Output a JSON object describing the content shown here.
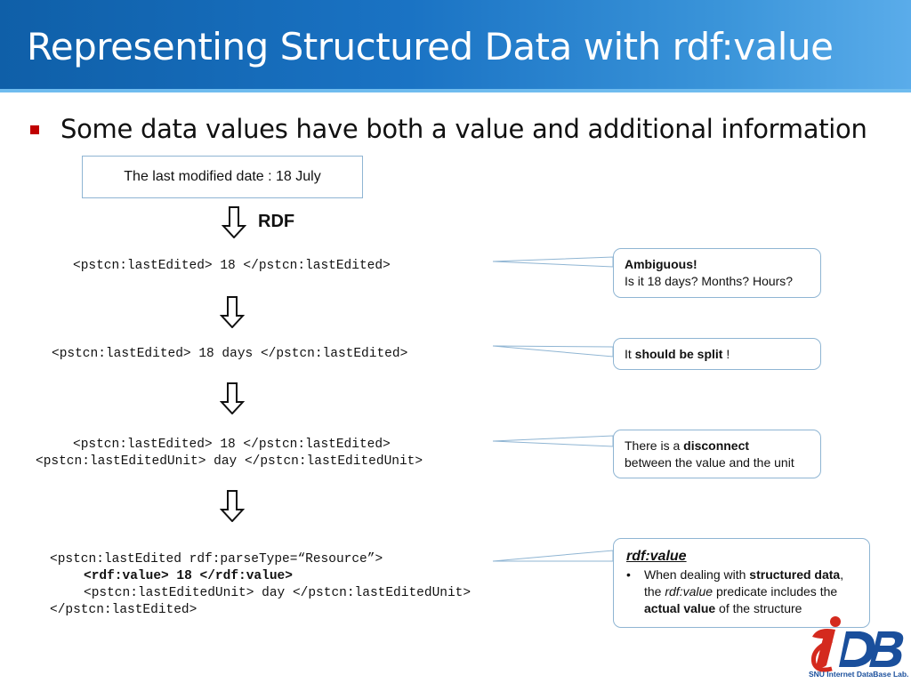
{
  "slide": {
    "title": "Representing Structured Data with rdf:value",
    "bullet": "Some data values have both a value and additional information"
  },
  "date_box": {
    "text": "The last modified date : 18 July"
  },
  "rdf_label": "RDF",
  "code": {
    "step1": "<pstcn:lastEdited> 18 </pstcn:lastEdited>",
    "step2": "<pstcn:lastEdited> 18 days </pstcn:lastEdited>",
    "step3_line1": "<pstcn:lastEdited> 18 </pstcn:lastEdited>",
    "step3_line2": "<pstcn:lastEditedUnit> day </pstcn:lastEditedUnit>",
    "step4_line1": "<pstcn:lastEdited rdf:parseType=“Resource”>",
    "step4_line2": "<rdf:value> 18 </rdf:value>",
    "step4_line3": "<pstcn:lastEditedUnit> day </pstcn:lastEditedUnit>",
    "step4_line4": "</pstcn:lastEdited>"
  },
  "callouts": {
    "ambiguous": {
      "title": "Ambiguous!",
      "text": "Is it 18 days? Months? Hours?"
    },
    "split": {
      "pre": "It ",
      "bold": "should be split",
      "post": " !"
    },
    "disconnect": {
      "pre": "There is a ",
      "bold": "disconnect",
      "line2": "between the value and the unit"
    },
    "rdfvalue": {
      "title": "rdf:value",
      "bullet": "•",
      "t1": "When dealing with ",
      "b1": "structured data",
      "t2": ",",
      "t3": "the ",
      "i1": "rdf:value",
      "t4": " predicate includes the",
      "b2": "actual value",
      "t5": " of the structure"
    }
  },
  "logo": {
    "text": "SNU Internet DataBase Lab."
  },
  "colors": {
    "title_bar": "#1a73c4",
    "bullet_marker": "#c00000",
    "box_border": "#8fb5d3",
    "logo_red": "#d42a1e",
    "logo_blue": "#1a4f9c"
  }
}
